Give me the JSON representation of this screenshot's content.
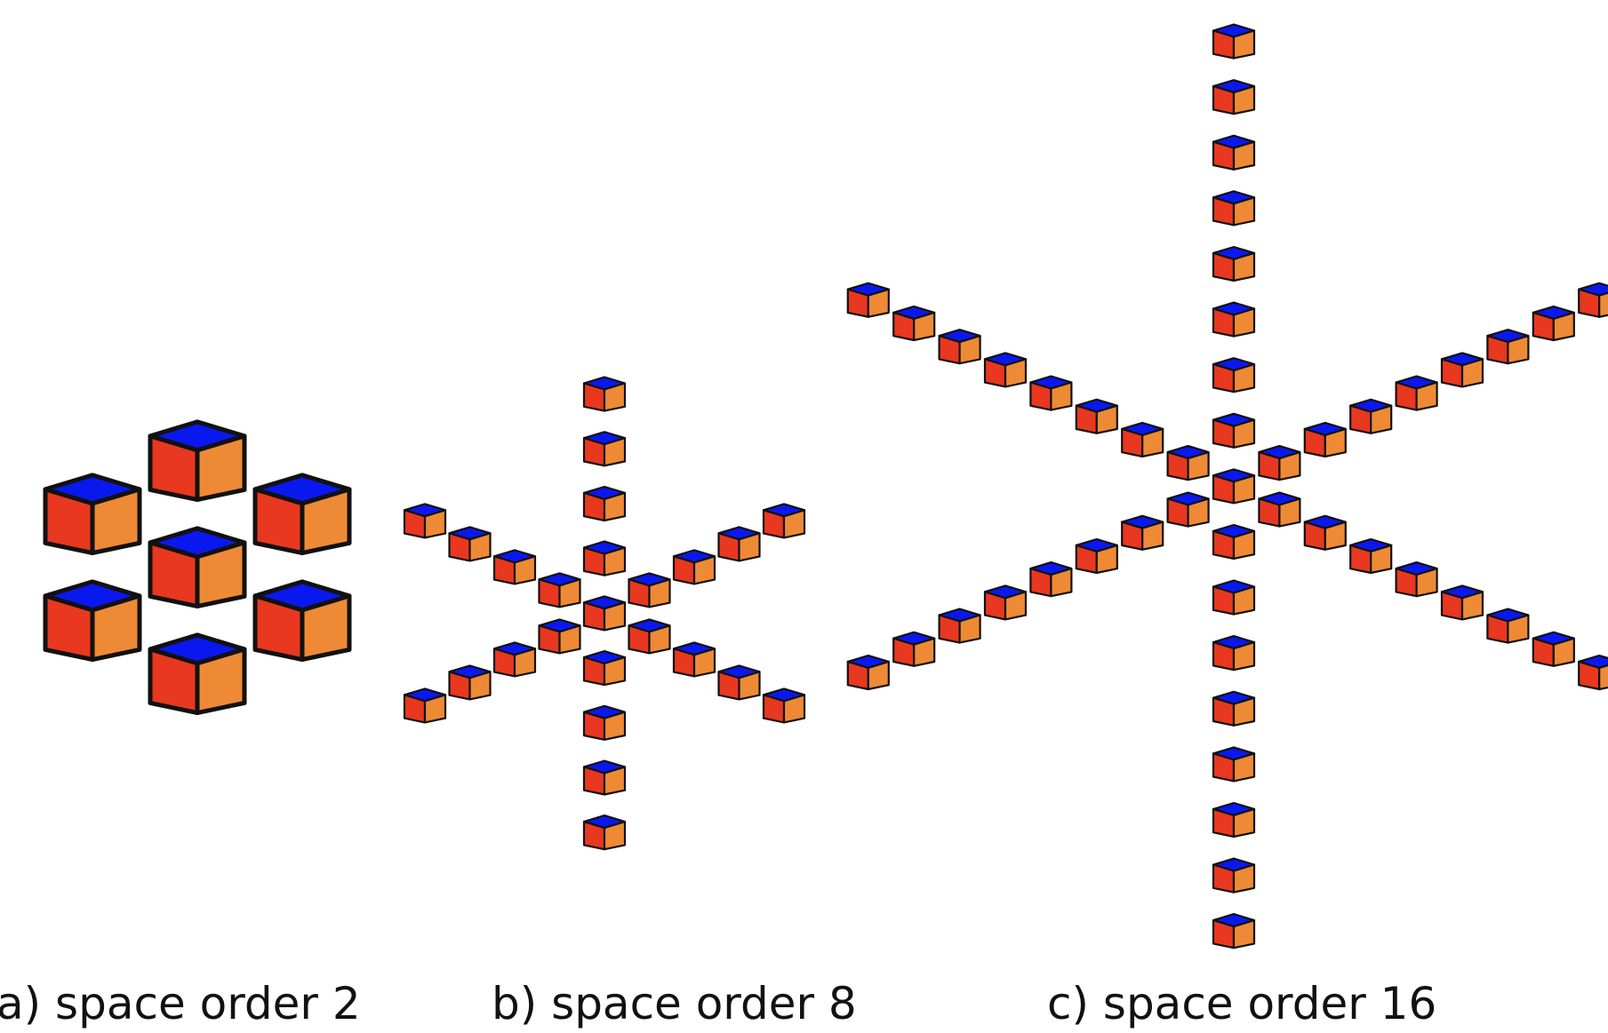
{
  "captions": {
    "a": "a) space order 2",
    "b": "b) space order 8",
    "c": "c) space order 16"
  },
  "panels": [
    {
      "id": "a",
      "space_order": 2,
      "radius": 1,
      "axes": 6
    },
    {
      "id": "b",
      "space_order": 8,
      "radius": 4,
      "axes": 6
    },
    {
      "id": "c",
      "space_order": 16,
      "radius": 8,
      "axes": 6
    }
  ],
  "colors": {
    "top_face": "#0a18f0",
    "left_face": "#e8381f",
    "right_face": "#ee8a35",
    "edge": "#111111"
  }
}
